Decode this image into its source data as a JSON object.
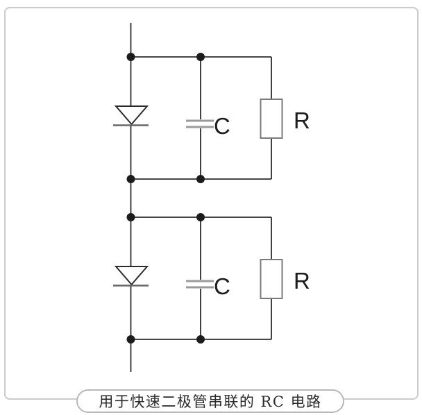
{
  "figure": {
    "type": "circuit-diagram",
    "caption": "用于快速二极管串联的 RC 电路",
    "sections": [
      {
        "name": "upper-rc-snubber",
        "capacitor_label": "C",
        "resistor_label": "R"
      },
      {
        "name": "lower-rc-snubber",
        "capacitor_label": "C",
        "resistor_label": "R"
      }
    ],
    "colors": {
      "line": "#2b2b2b",
      "junction_dot": "#1c1c1c",
      "capacitor_plate": "#9a9a9a",
      "resistor_outline": "#7a7a7a",
      "diode_cathode_bar": "#666666",
      "frame_border": "#cbcbcb",
      "caption_border": "#b8b8b8",
      "label_text": "#1c1c1c",
      "background": "#ffffff"
    }
  }
}
